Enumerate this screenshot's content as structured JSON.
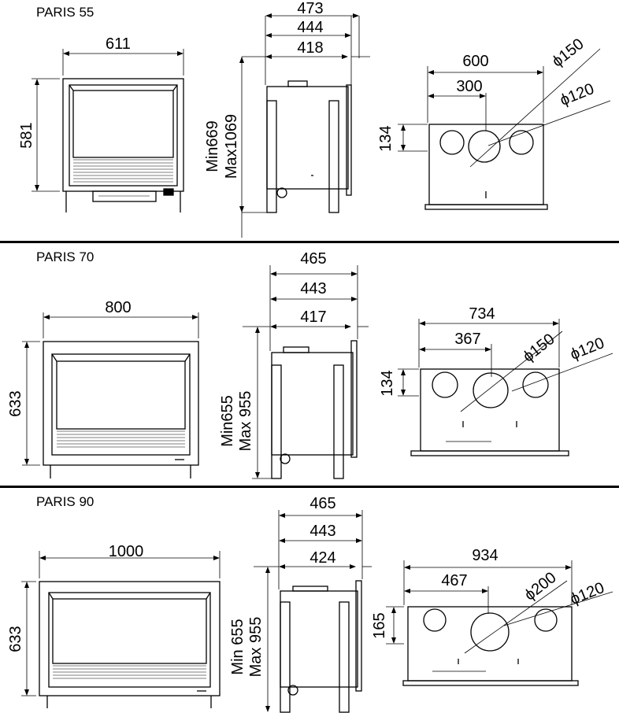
{
  "sections": [
    {
      "model": "PARIS 55",
      "front": {
        "width": "611",
        "height": "581"
      },
      "side": {
        "d1": "473",
        "d2": "444",
        "d3": "418",
        "h_min": "Min669",
        "h_max": "Max1069"
      },
      "top": {
        "width": "600",
        "half": "300",
        "depth": "134",
        "dia_center": "ϕ150",
        "dia_side": "ϕ120"
      }
    },
    {
      "model": "PARIS 70",
      "front": {
        "width": "800",
        "height": "633"
      },
      "side": {
        "d1": "465",
        "d2": "443",
        "d3": "417",
        "h_min": "Min655",
        "h_max": "Max 955"
      },
      "top": {
        "width": "734",
        "half": "367",
        "depth": "134",
        "dia_center": "ϕ150",
        "dia_side": "ϕ120"
      }
    },
    {
      "model": "PARIS 90",
      "front": {
        "width": "1000",
        "height": "633"
      },
      "side": {
        "d1": "465",
        "d2": "443",
        "d3": "424",
        "h_min": "Min 655",
        "h_max": "Max 955"
      },
      "top": {
        "width": "934",
        "half": "467",
        "depth": "165",
        "dia_center": "ϕ200",
        "dia_side": "ϕ120"
      }
    }
  ]
}
